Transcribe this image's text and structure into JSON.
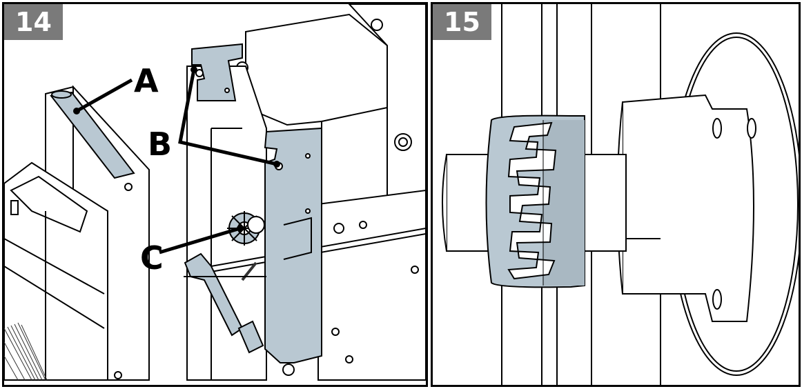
{
  "panels": [
    {
      "step": "14",
      "callouts": [
        "A",
        "B",
        "C"
      ]
    },
    {
      "step": "15"
    }
  ],
  "colors": {
    "highlight": "#b9c8d2",
    "highlight_dark": "#a9b8c2",
    "line": "#000000",
    "badge": "#7a7a7a"
  }
}
